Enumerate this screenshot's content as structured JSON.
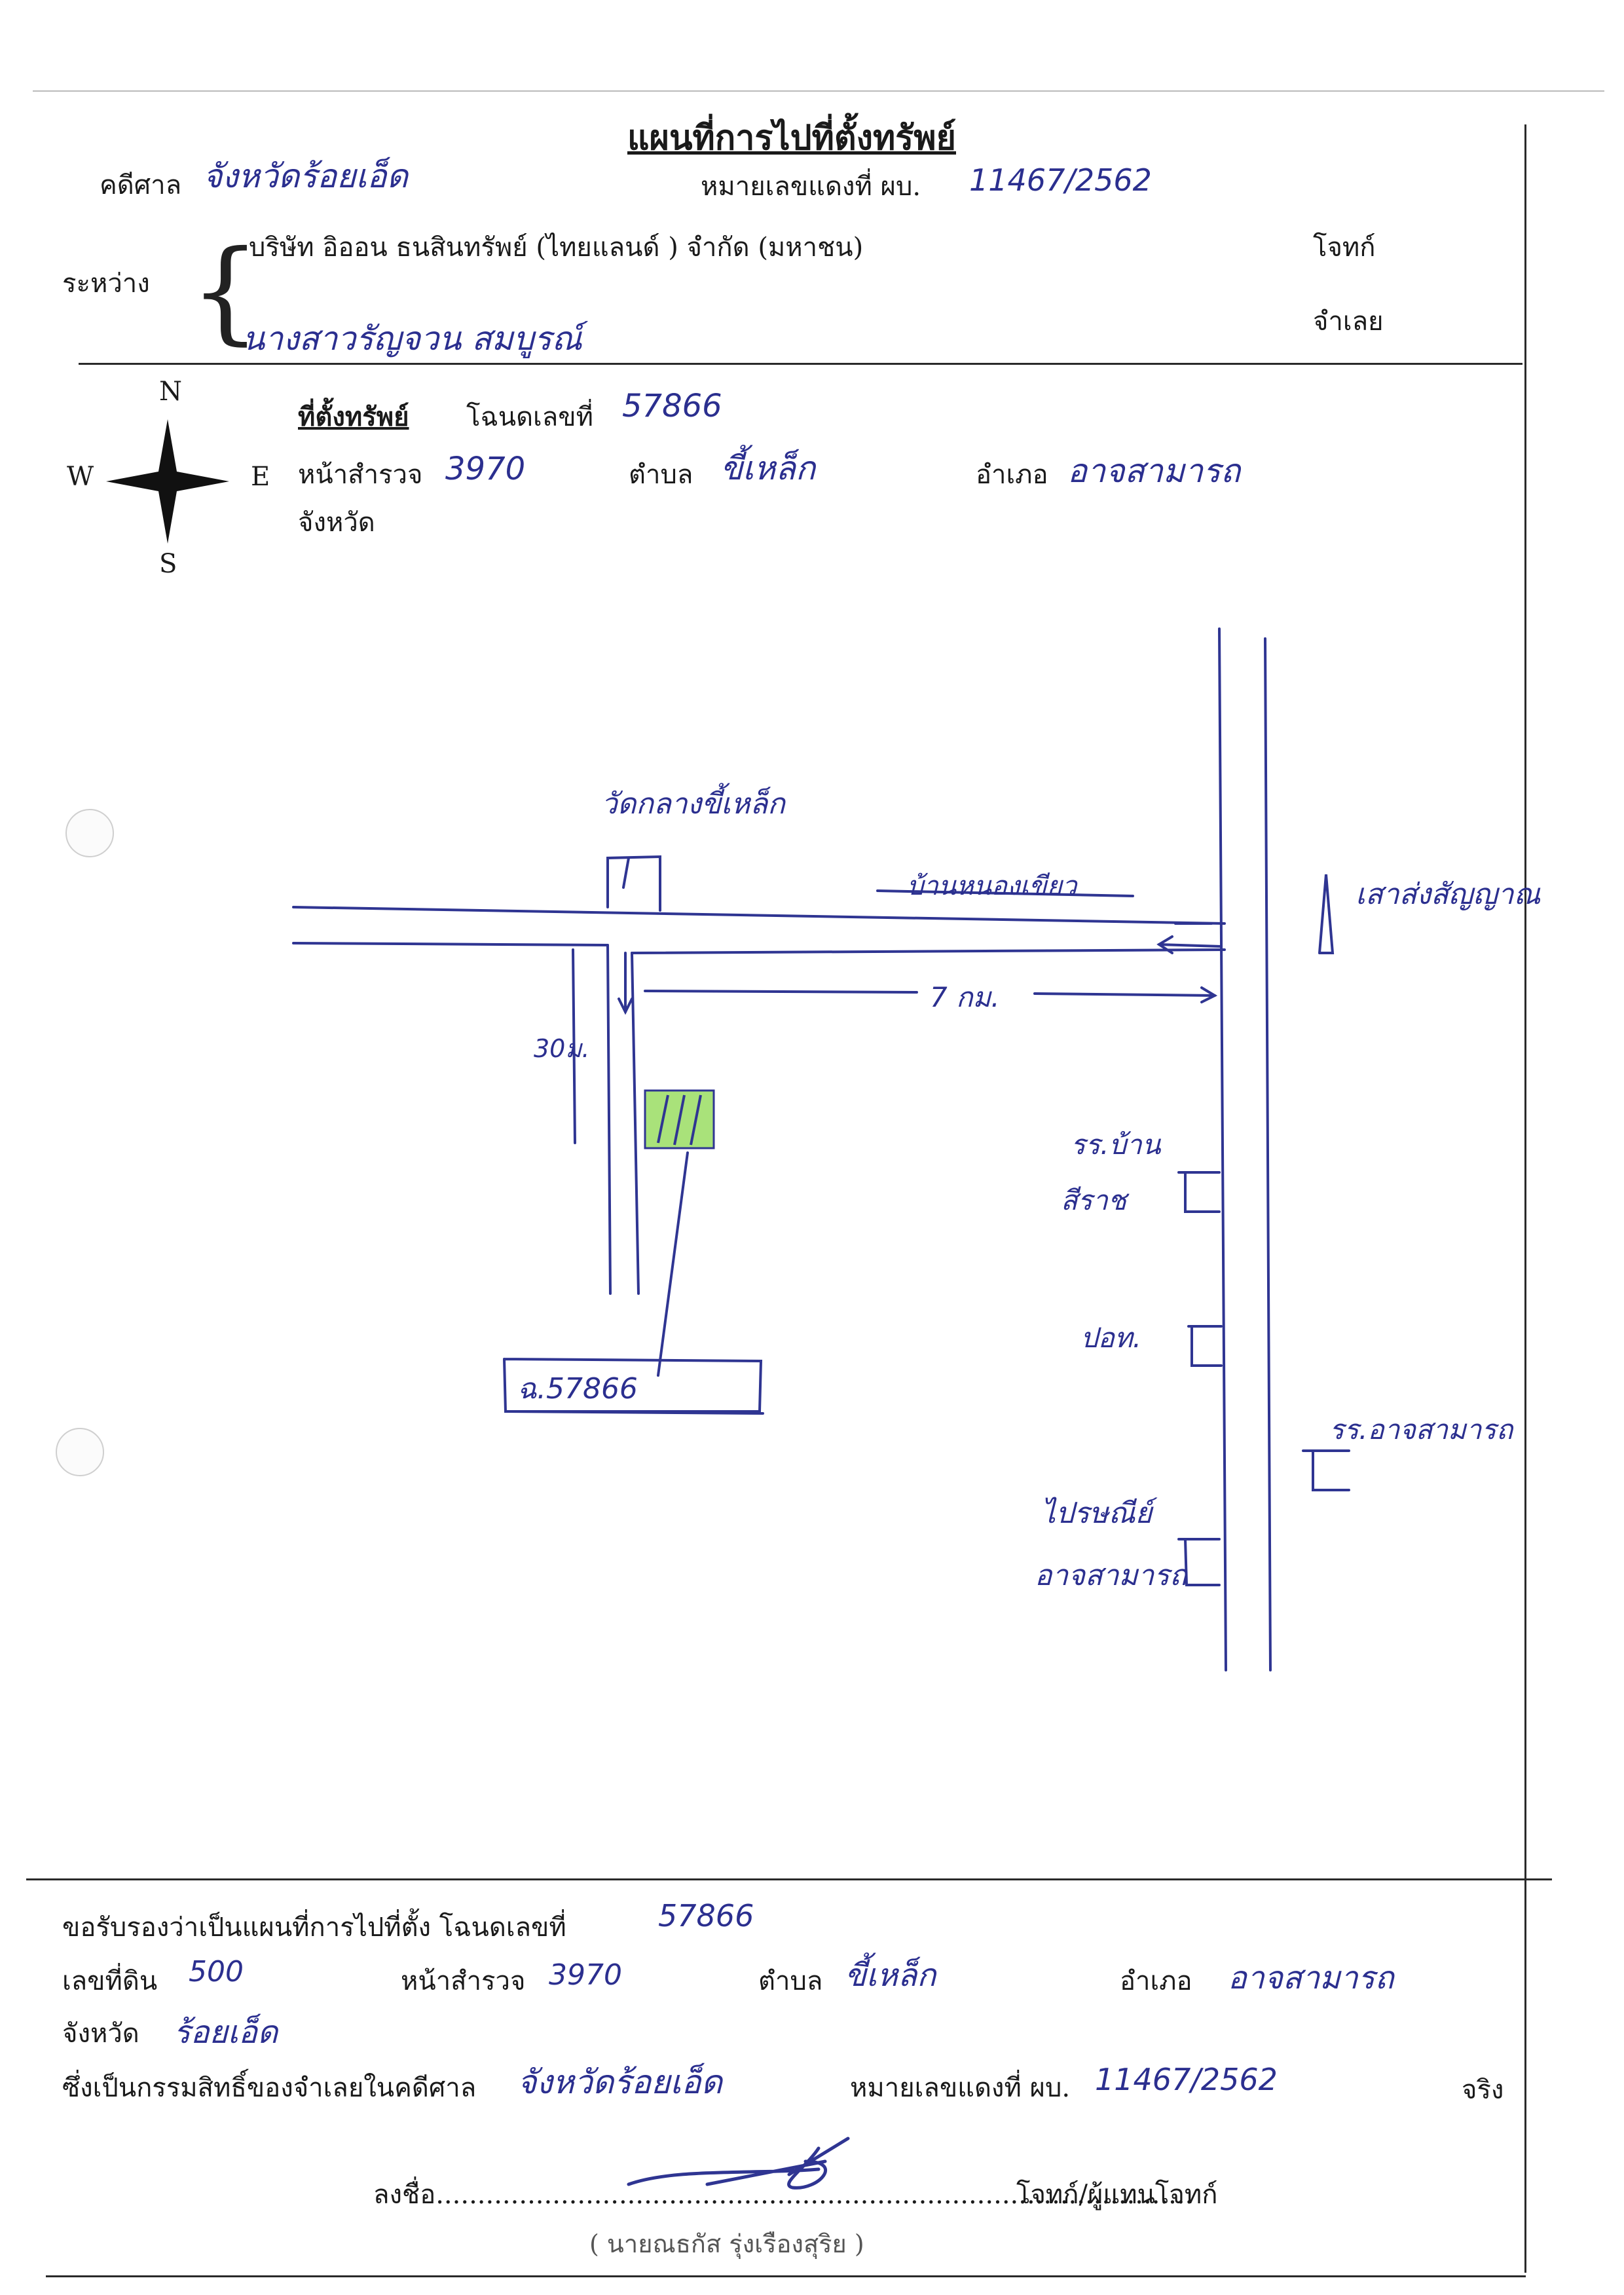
{
  "document": {
    "title": "แผนที่การไปที่ตั้งทรัพย์",
    "court_label": "คดีศาล",
    "court_value": "จังหวัดร้อยเอ็ด",
    "case_label": "หมายเลขแดงที่  ผบ.",
    "case_value": "11467/2562",
    "between_label": "ระหว่าง",
    "plaintiff_name": "บริษัท อิออน ธนสินทรัพย์ (ไทยแลนด์ ) จำกัด (มหาชน)",
    "plaintiff_role": "โจทก์",
    "defendant_name": "นางสาวรัญจวน สมบูรณ์",
    "defendant_role": "จำเลย"
  },
  "location": {
    "heading": "ที่ตั้งทรัพย์",
    "deed_label": "โฉนดเลขที่",
    "deed_value": "57866",
    "survey_label": "หน้าสำรวจ",
    "survey_value": "3970",
    "subdistrict_label": "ตำบล",
    "subdistrict_value": "ขี้เหล็ก",
    "district_label": "อำเภอ",
    "district_value": "อาจสามารถ",
    "province_label": "จังหวัด"
  },
  "compass": {
    "n": "N",
    "s": "S",
    "e": "E",
    "w": "W"
  },
  "map_labels": {
    "temple": "วัดกลางขี้เหล็ก",
    "village": "บ้านหนองเขียว",
    "distance": "7 กม.",
    "meters": "30ม.",
    "tower": "เสาส่งสัญญาณ",
    "school1_a": "รร.บ้าน",
    "school1_b": "สีราช",
    "police": "ปอท.",
    "school2": "รร.อาจสามารถ",
    "post_a": "ไปรษณีย์",
    "post_b": "อาจสามารถ",
    "plot": "ฉ.57866"
  },
  "certification": {
    "text1": "ขอรับรองว่าเป็นแผนที่การไปที่ตั้ง  โฉนดเลขที่",
    "deed_value": "57866",
    "land_no_label": "เลขที่ดิน",
    "land_no_value": "500",
    "survey_label": "หน้าสำรวจ",
    "survey_value": "3970",
    "subdistrict_label": "ตำบล",
    "subdistrict_value": "ขี้เหล็ก",
    "district_label": "อำเภอ",
    "district_value": "อาจสามารถ",
    "province_label": "จังหวัด",
    "province_value": "ร้อยเอ็ด",
    "ownership_text": "ซึ่งเป็นกรรมสิทธิ์ของจำเลยในคดีศาล",
    "court_value": "จังหวัดร้อยเอ็ด",
    "case_label": "หมายเลขแดงที่ ผบ.",
    "case_value": "11467/2562",
    "true_label": "จริง",
    "sign_label": "ลงชื่อ...........................................................................................",
    "sign_role": "โจทก์/ผู้แทนโจทก์",
    "signer_name": "( นายณธกัส  รุ่งเรืองสุริย )"
  }
}
